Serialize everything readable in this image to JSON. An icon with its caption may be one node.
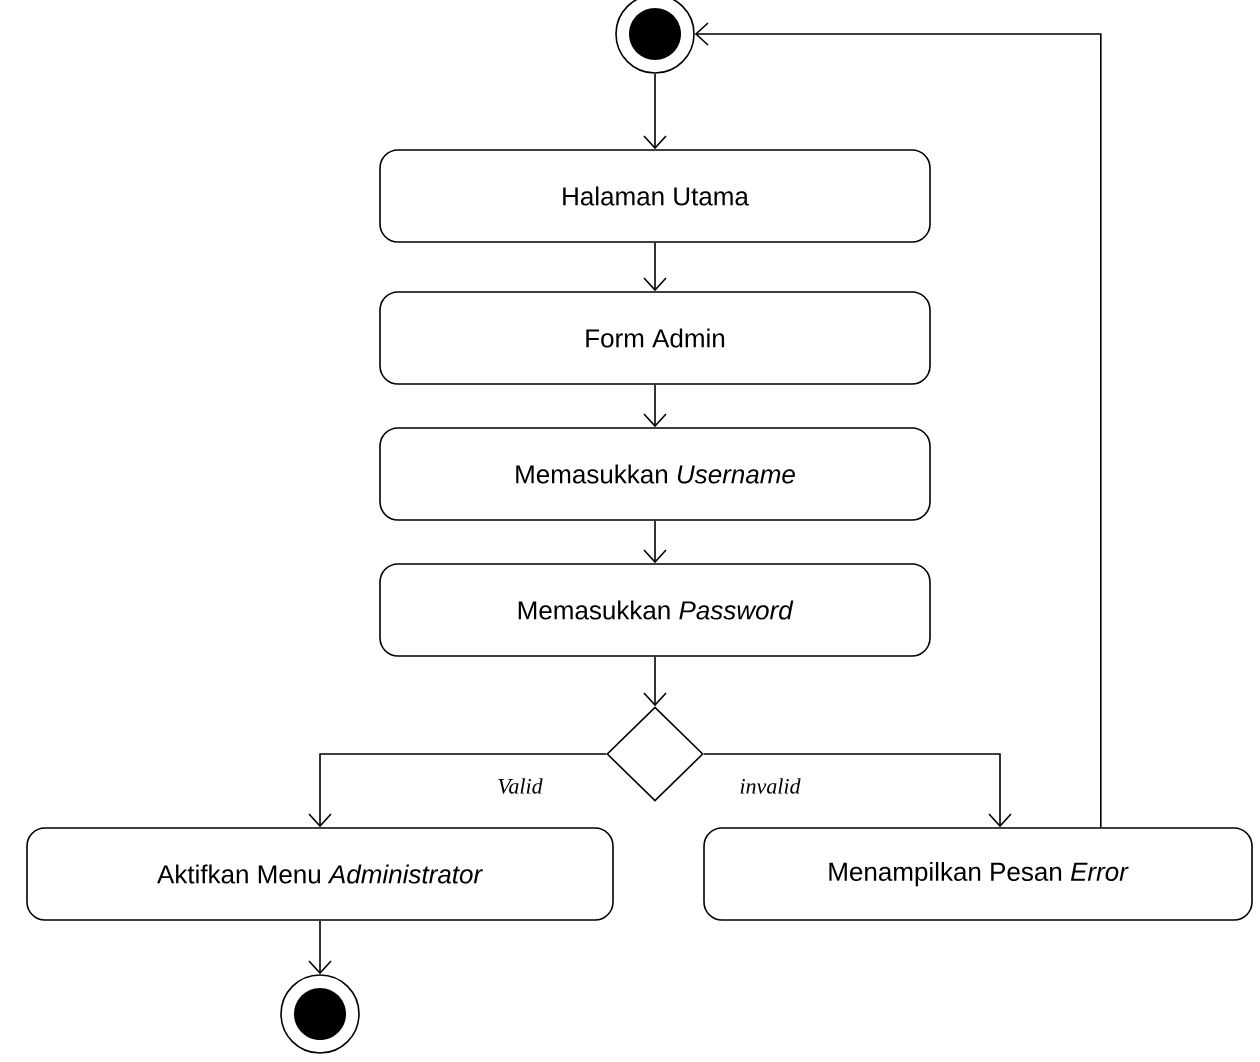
{
  "diagram": {
    "nodes": [
      {
        "text": [],
        "shape": "circle"
      },
      {
        "text": [
          "Halaman Utama"
        ]
      },
      {
        "text": [
          "Form Admin"
        ]
      },
      {
        "text": [
          "Memasukkan *Username*"
        ]
      },
      {
        "text": [
          "Memasukkan *Password*"
        ]
      },
      {
        "text": [],
        "shape": "diamond"
      },
      {
        "text": [
          "Aktifkan Menu *Administrator*"
        ]
      },
      {
        "text": [
          "Menampilkan Pesan *Error*"
        ]
      },
      {
        "text": [],
        "shape": "circle"
      }
    ],
    "edges": [
      {
        "from": 0,
        "to": 1,
        "arrow": "to"
      },
      {
        "from": 1,
        "to": 2,
        "arrow": "to"
      },
      {
        "from": 2,
        "to": 3,
        "arrow": "to"
      },
      {
        "from": 3,
        "to": 4,
        "arrow": "to"
      },
      {
        "from": 4,
        "to": 5,
        "arrow": "to"
      },
      {
        "from": 5,
        "to": 6,
        "arrow": "to",
        "label": "Valid"
      },
      {
        "from": 5,
        "to": 7,
        "arrow": "to",
        "label": "invalid"
      },
      {
        "from": 7,
        "to": 0,
        "arrow": "to"
      },
      {
        "from": 6,
        "to": 8,
        "arrow": "to"
      }
    ]
  }
}
